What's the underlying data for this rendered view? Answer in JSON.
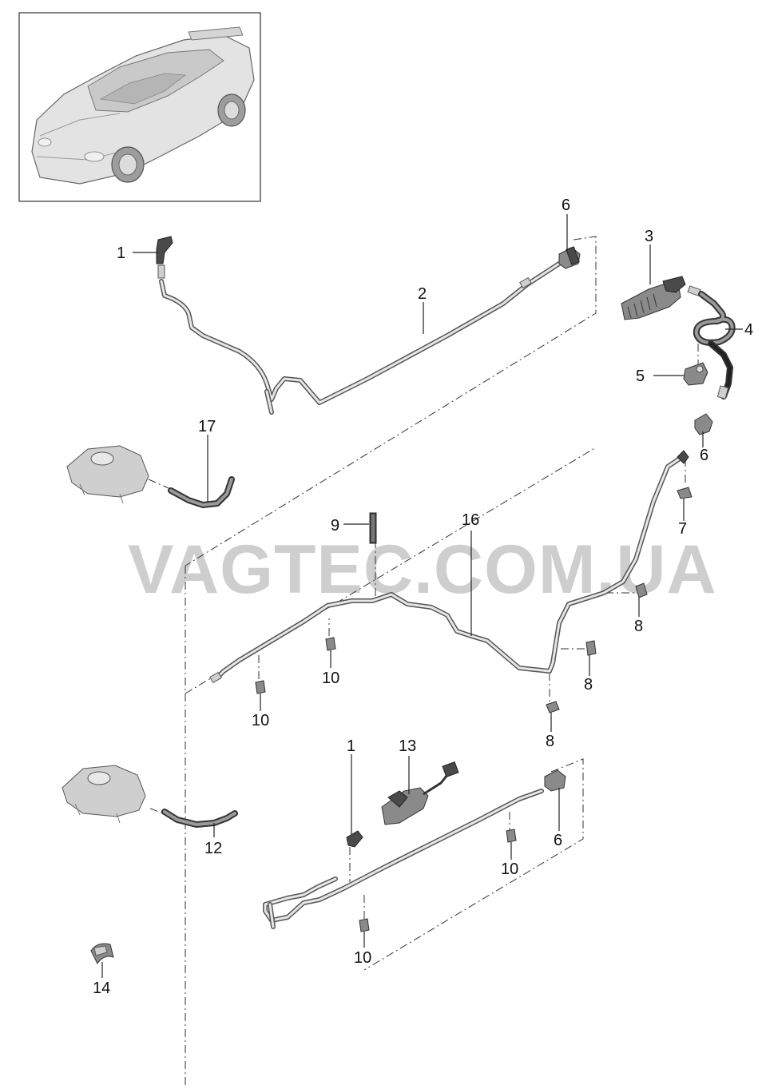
{
  "watermark": "VAGTEC.COM.UA",
  "callouts": {
    "c1_top": "1",
    "c2": "2",
    "c3": "3",
    "c4": "4",
    "c5": "5",
    "c6_top": "6",
    "c6_right": "6",
    "c6_bottom": "6",
    "c7": "7",
    "c8_a": "8",
    "c8_b": "8",
    "c8_c": "8",
    "c9": "9",
    "c10_a": "10",
    "c10_b": "10",
    "c10_c": "10",
    "c10_d": "10",
    "c1_bottom": "1",
    "c12": "12",
    "c13": "13",
    "c14": "14",
    "c16": "16",
    "c17": "17"
  }
}
